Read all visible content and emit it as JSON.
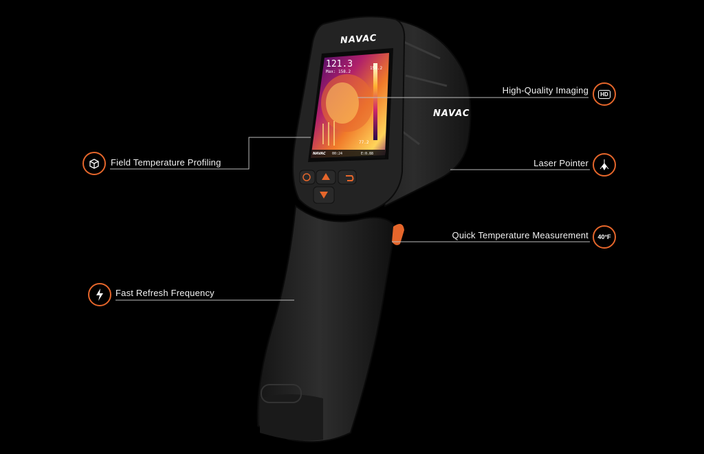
{
  "brand": {
    "logo_text": "NAVAC",
    "accent_color": "#e5662b"
  },
  "screen": {
    "max_reading": "121.3",
    "max_label": "Max: 158.2",
    "scale_top": "158.2",
    "scale_bottom": "77.2",
    "footer_logo": "NAVAC",
    "time": "00:24",
    "emissivity": "E:0.88"
  },
  "features": {
    "hd": {
      "label": "High-Quality Imaging",
      "icon": "hd-icon",
      "badge_text": "HD"
    },
    "laser": {
      "label": "Laser Pointer",
      "icon": "laser-burst-icon"
    },
    "quick": {
      "label": "Quick Temperature Measurement",
      "icon": "temperature-icon",
      "badge_text": "40°F"
    },
    "profiling": {
      "label": "Field Temperature Profiling",
      "icon": "cube-icon"
    },
    "refresh": {
      "label": "Fast Refresh Frequency",
      "icon": "lightning-icon"
    }
  }
}
